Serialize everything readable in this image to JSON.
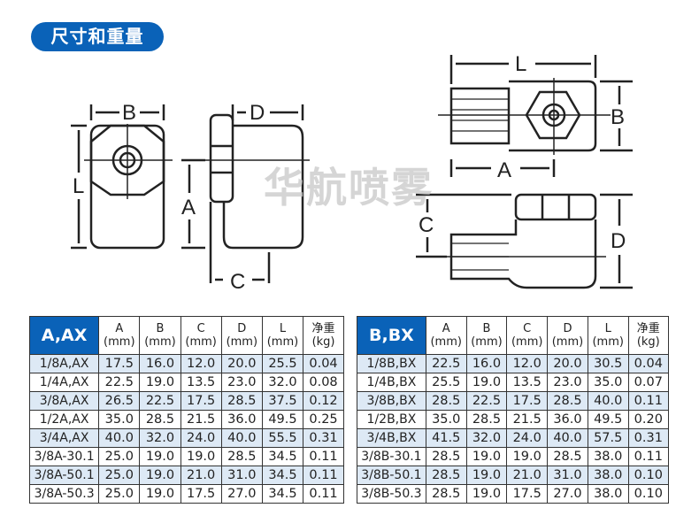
{
  "title": "尺寸和重量",
  "watermark": "华航喷雾",
  "accent": "#0a62b8",
  "drawing_labels": {
    "B1": "B",
    "L1": "L",
    "D1": "D",
    "A1": "A",
    "C1": "C",
    "L2": "L",
    "B2": "B",
    "A2": "A",
    "C2": "C",
    "D2": "D"
  },
  "columns": [
    {
      "name": "A",
      "unit": "(mm)"
    },
    {
      "name": "B",
      "unit": "(mm)"
    },
    {
      "name": "C",
      "unit": "(mm)"
    },
    {
      "name": "D",
      "unit": "(mm)"
    },
    {
      "name": "L",
      "unit": "(mm)"
    },
    {
      "name": "净重",
      "unit": "(kg)"
    }
  ],
  "tables": [
    {
      "series": "A,AX",
      "rows": [
        [
          "1/8A,AX",
          "17.5",
          "16.0",
          "12.0",
          "20.0",
          "25.5",
          "0.04"
        ],
        [
          "1/4A,AX",
          "22.5",
          "19.0",
          "13.5",
          "23.0",
          "32.0",
          "0.08"
        ],
        [
          "3/8A,AX",
          "26.5",
          "22.5",
          "17.5",
          "28.5",
          "37.5",
          "0.12"
        ],
        [
          "1/2A,AX",
          "35.0",
          "28.5",
          "21.5",
          "36.0",
          "49.5",
          "0.25"
        ],
        [
          "3/4A,AX",
          "40.0",
          "32.0",
          "24.0",
          "40.0",
          "55.5",
          "0.31"
        ],
        [
          "3/8A-30.1",
          "25.0",
          "19.0",
          "19.0",
          "28.5",
          "34.5",
          "0.11"
        ],
        [
          "3/8A-50.1",
          "25.0",
          "19.0",
          "21.0",
          "31.0",
          "34.5",
          "0.11"
        ],
        [
          "3/8A-50.3",
          "25.0",
          "19.0",
          "17.5",
          "27.0",
          "34.5",
          "0.11"
        ]
      ]
    },
    {
      "series": "B,BX",
      "rows": [
        [
          "1/8B,BX",
          "22.5",
          "16.0",
          "12.0",
          "20.0",
          "30.5",
          "0.04"
        ],
        [
          "1/4B,BX",
          "25.5",
          "19.0",
          "13.5",
          "23.0",
          "35.0",
          "0.07"
        ],
        [
          "3/8B,BX",
          "28.5",
          "22.5",
          "17.5",
          "28.5",
          "40.0",
          "0.11"
        ],
        [
          "1/2B,BX",
          "35.0",
          "28.5",
          "21.5",
          "36.0",
          "49.5",
          "0.20"
        ],
        [
          "3/4B,BX",
          "41.5",
          "32.0",
          "24.0",
          "40.0",
          "57.5",
          "0.31"
        ],
        [
          "3/8B-30.1",
          "28.5",
          "19.0",
          "19.0",
          "28.5",
          "38.0",
          "0.11"
        ],
        [
          "3/8B-50.1",
          "28.5",
          "19.0",
          "21.0",
          "31.0",
          "38.0",
          "0.10"
        ],
        [
          "3/8B-50.3",
          "28.5",
          "19.0",
          "17.5",
          "27.0",
          "38.0",
          "0.10"
        ]
      ]
    }
  ]
}
